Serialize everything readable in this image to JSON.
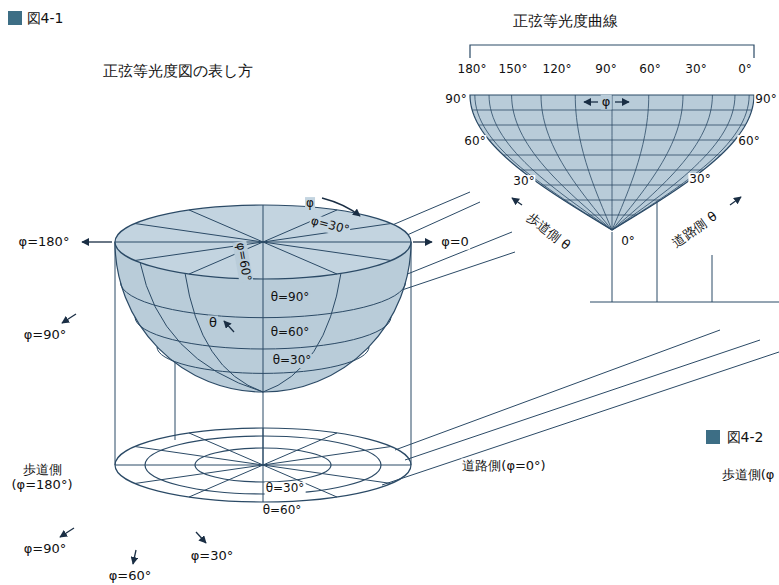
{
  "diagram": {
    "title": "正弦等光度図の表し方",
    "labels": [
      "図4-1",
      "正弦等光度曲線",
      "180°",
      "150°",
      "120°",
      "90°",
      "60°",
      "30°",
      "0°",
      "90°",
      "60°",
      "30°",
      "90°",
      "60°",
      "30°",
      "0°",
      "φ",
      "歩道側 θ",
      "道路側 θ",
      "φ",
      "φ=30°",
      "φ=60°",
      "θ=90°",
      "θ=60°",
      "θ=30°",
      "θ",
      "φ=180°",
      "φ=0",
      "φ=90°",
      "歩道側 (φ=180°)",
      "道路側(φ=0°)",
      "θ=30°",
      "θ=60°",
      "φ=90°",
      "φ=60°",
      "φ=30°",
      "図4-2",
      "歩道側(φ"
    ]
  }
}
